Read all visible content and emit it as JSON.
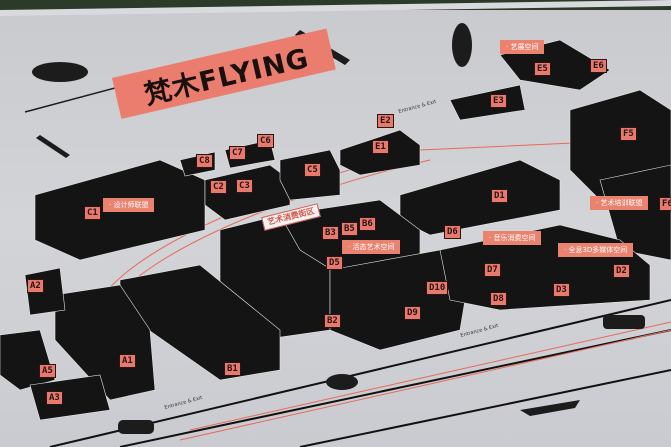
{
  "title": "梵木FLYING",
  "street_label": "艺术消费街区",
  "entrance_label": "Entrance & Exit",
  "colors": {
    "accent": "#e77a6d",
    "ink": "#1a1010",
    "ground": "#cfd0d5"
  },
  "tags": {
    "designer_alliance": "· 设计师联盟",
    "exhibition_space": "· 艺展空间",
    "art_training": "· 艺术培训联盟",
    "music_space": "· 音乐消费空间",
    "holo_space": "· 全息3D多媒体空间",
    "living_art_space": "· 活态艺术空间"
  },
  "buildings": {
    "A1": "A1",
    "A2": "A2",
    "A3": "A3",
    "A5": "A5",
    "B1": "B1",
    "B2": "B2",
    "B3": "B3",
    "B5": "B5",
    "B6": "B6",
    "C1": "C1",
    "C2": "C2",
    "C3": "C3",
    "C5": "C5",
    "C6": "C6",
    "C7": "C7",
    "C8": "C8",
    "D1": "D1",
    "D2": "D2",
    "D3": "D3",
    "D5": "D5",
    "D6": "D6",
    "D7": "D7",
    "D8": "D8",
    "D9": "D9",
    "D10": "D10",
    "E1": "E1",
    "E2": "E2",
    "E3": "E3",
    "E5": "E5",
    "E6": "E6",
    "F5": "F5",
    "F6": "F6"
  }
}
